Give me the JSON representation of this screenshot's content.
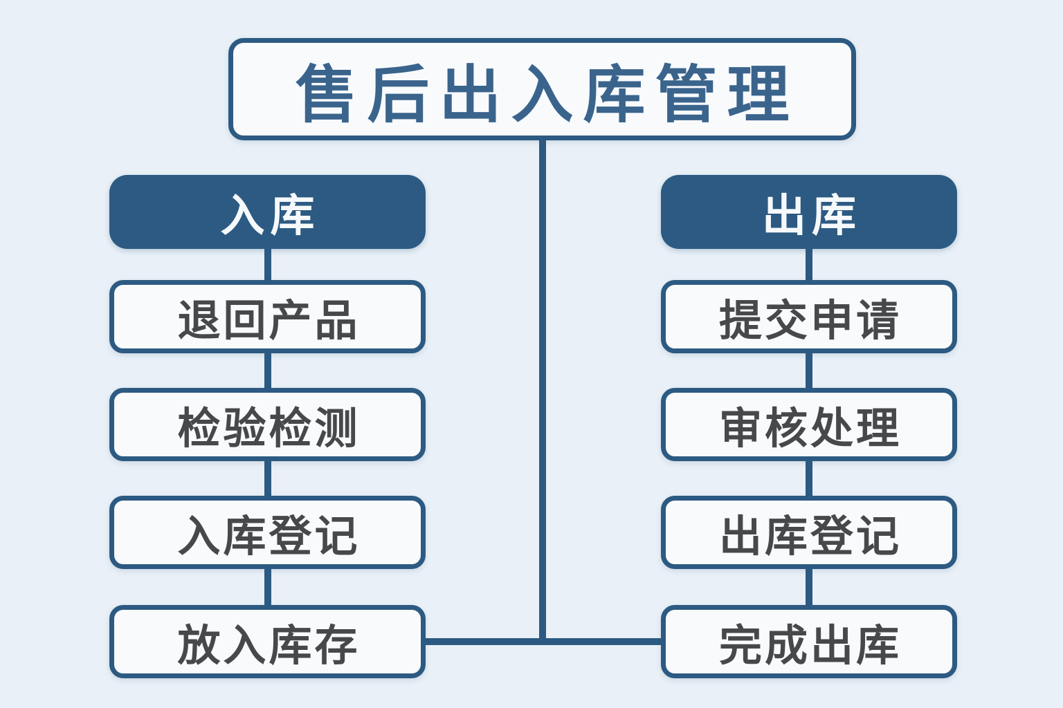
{
  "diagram": {
    "title": "售后出入库管理",
    "columns": [
      {
        "header": "入库",
        "steps": [
          "退回产品",
          "检验检测",
          "入库登记",
          "放入库存"
        ]
      },
      {
        "header": "出库",
        "steps": [
          "提交申请",
          "审核处理",
          "出库登记",
          "完成出库"
        ]
      }
    ],
    "colors": {
      "background": "#e9f0f7",
      "box_fill": "#f8fafc",
      "line": "#2c5a82",
      "title_text": "#3a648c",
      "header_text": "#f6f9fb",
      "step_text": "#47484a"
    }
  }
}
